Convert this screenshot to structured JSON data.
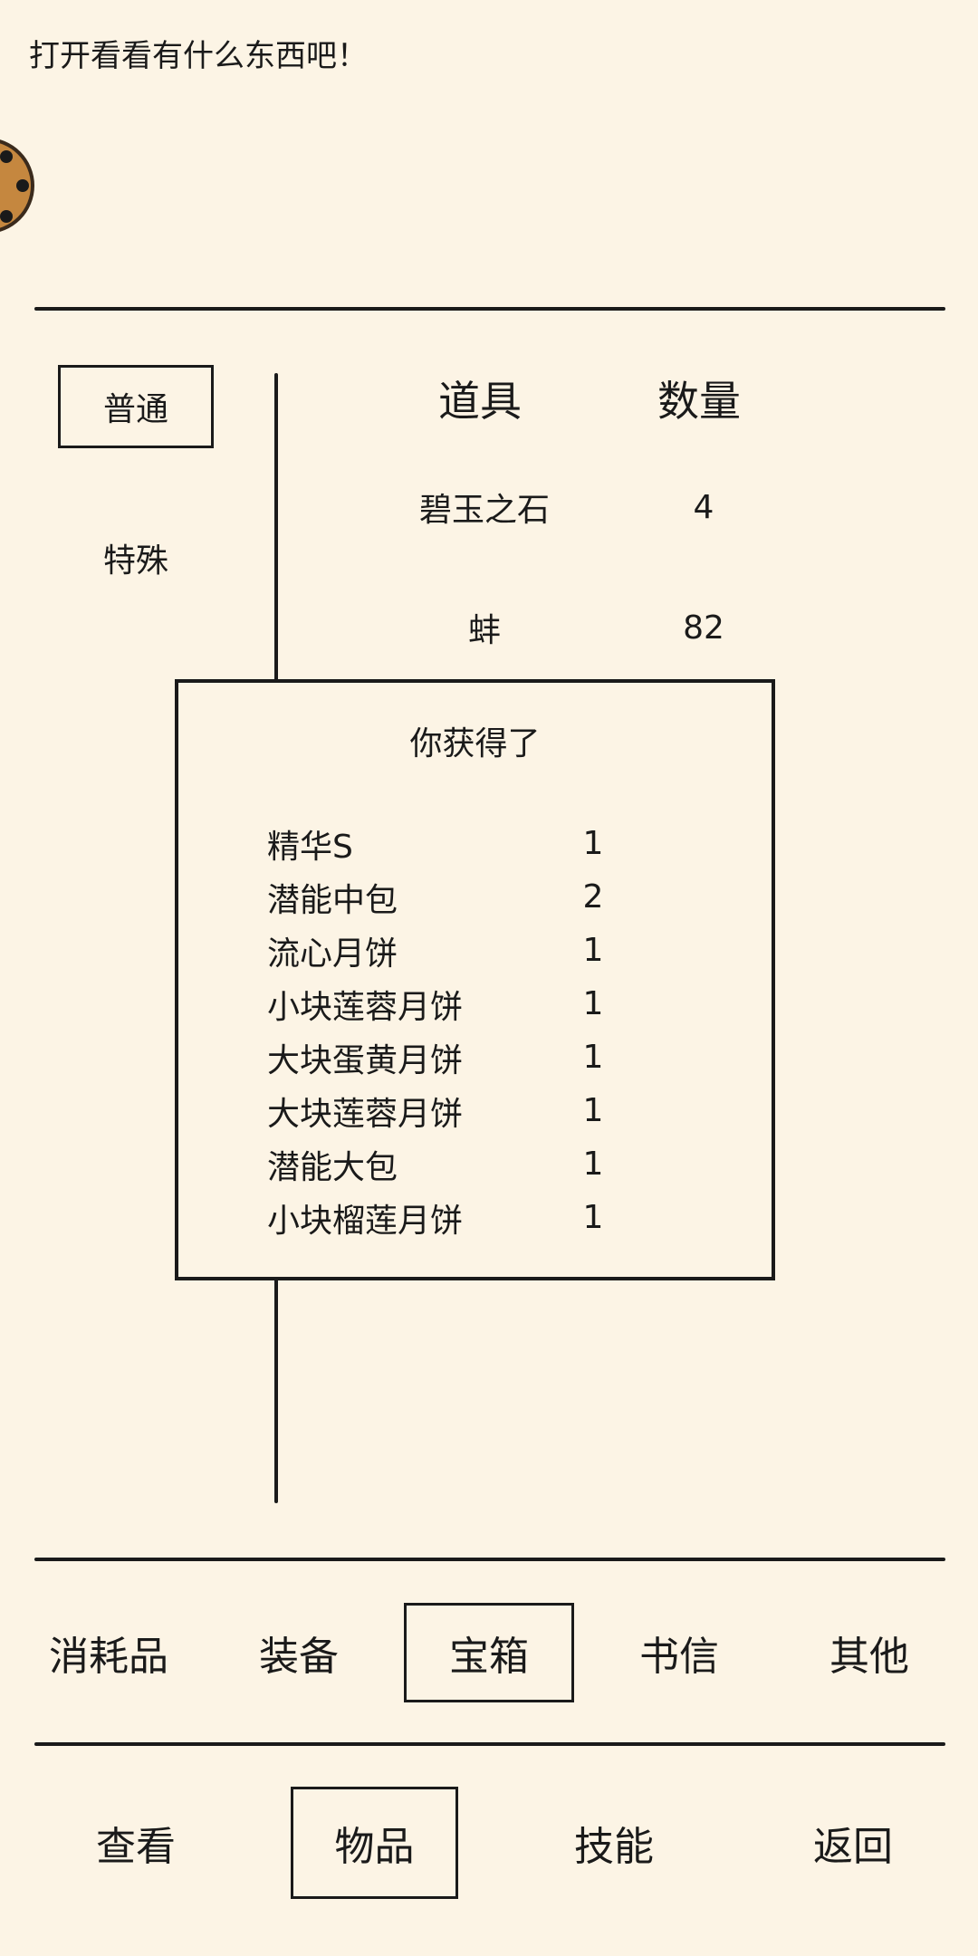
{
  "message": "打开看看有什么东西吧！",
  "category_tabs": {
    "normal": "普通",
    "special": "特殊"
  },
  "item_table": {
    "headers": {
      "item": "道具",
      "quantity": "数量"
    },
    "rows": [
      {
        "name": "碧玉之石",
        "qty": "4"
      },
      {
        "name": "蚌",
        "qty": "82"
      }
    ]
  },
  "reward_popup": {
    "title": "你获得了",
    "items": [
      {
        "name": "精华S",
        "qty": "1"
      },
      {
        "name": "潜能中包",
        "qty": "2"
      },
      {
        "name": "流心月饼",
        "qty": "1"
      },
      {
        "name": "小块莲蓉月饼",
        "qty": "1"
      },
      {
        "name": "大块蛋黄月饼",
        "qty": "1"
      },
      {
        "name": "大块莲蓉月饼",
        "qty": "1"
      },
      {
        "name": "潜能大包",
        "qty": "1"
      },
      {
        "name": "小块榴莲月饼",
        "qty": "1"
      }
    ]
  },
  "item_tabs": [
    "消耗品",
    "装备",
    "宝箱",
    "书信",
    "其他"
  ],
  "item_tabs_selected": "宝箱",
  "bottom_nav": [
    "查看",
    "物品",
    "技能",
    "返回"
  ],
  "bottom_nav_selected": "物品",
  "colors": {
    "background": "#fcf4e5",
    "ink": "#1a1a1a",
    "avatar": "#c5873f"
  }
}
